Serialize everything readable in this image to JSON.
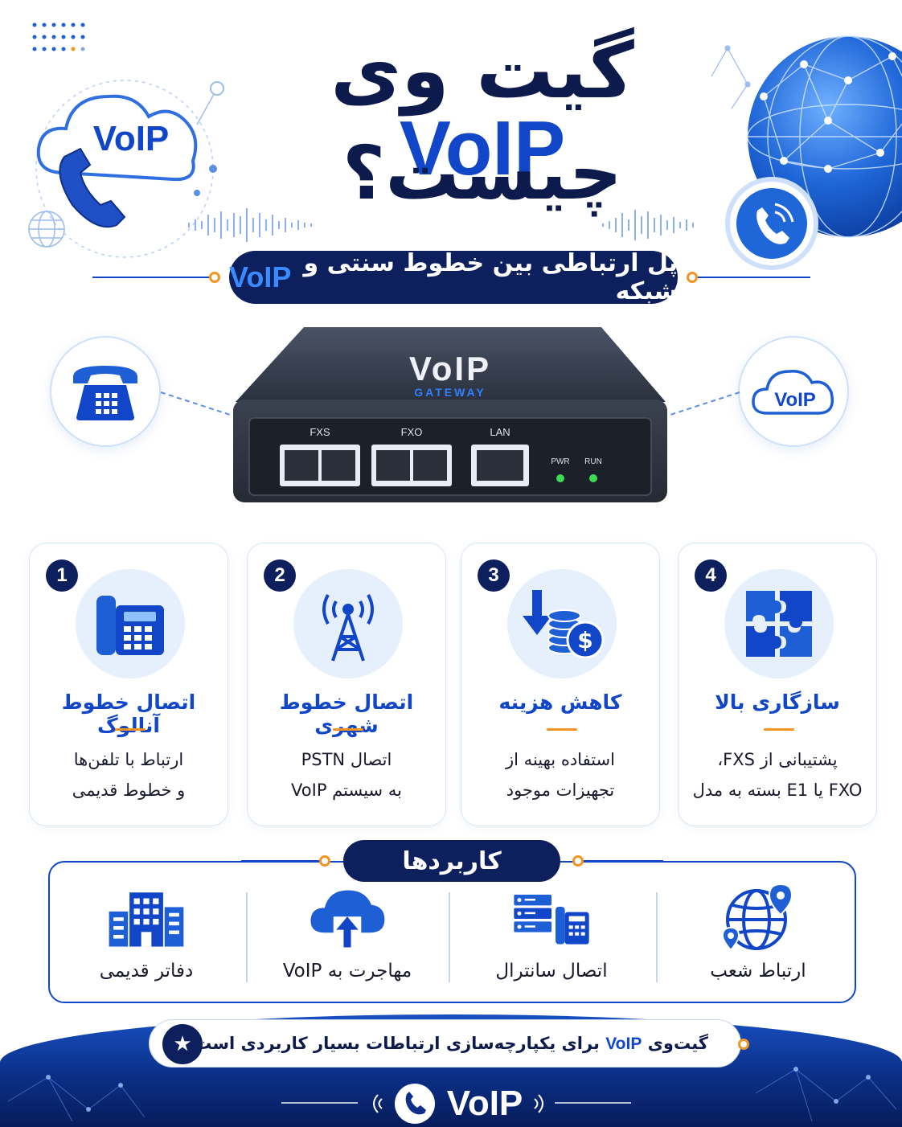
{
  "title": {
    "line1_text": "گیت وی",
    "line1_brand": "VoIP",
    "line2": "چیست؟"
  },
  "subtitle": {
    "text": "پل ارتباطی بین خطوط سنتی و شبکه",
    "brand": "VoIP"
  },
  "hero_left": {
    "label": "VoIP"
  },
  "side_right": {
    "label": "VoIP"
  },
  "device": {
    "brand": "VoIP",
    "sub": "GATEWAY",
    "ports": [
      "FXS",
      "FXO",
      "LAN"
    ],
    "leds": [
      "PWR",
      "RUN"
    ]
  },
  "features": [
    {
      "num": "1",
      "icon": "desk-phone-icon",
      "title": "اتصال خطوط آنالوگ",
      "desc1": "ارتباط با تلفن‌ها",
      "desc2": "و خطوط قدیمی"
    },
    {
      "num": "2",
      "icon": "antenna-tower-icon",
      "title": "اتصال خطوط شهری",
      "desc1": "اتصال PSTN",
      "desc2": "به سیستم VoIP"
    },
    {
      "num": "3",
      "icon": "cost-down-icon",
      "title": "کاهش هزینه",
      "desc1": "استفاده بهینه از",
      "desc2": "تجهیزات موجود"
    },
    {
      "num": "4",
      "icon": "puzzle-icon",
      "title": "سازگاری بالا",
      "desc1": "پشتیبانی از FXS،",
      "desc2": "FXO یا E1 بسته به مدل"
    }
  ],
  "applications": {
    "heading": "کاربردها",
    "items": [
      {
        "icon": "building-icon",
        "label": "دفاتر قدیمی"
      },
      {
        "icon": "cloud-upload-icon",
        "label": "مهاجرت به VoIP"
      },
      {
        "icon": "server-phone-icon",
        "label": "اتصال سانترال"
      },
      {
        "icon": "globe-location-icon",
        "label": "ارتباط شعب"
      }
    ]
  },
  "note": {
    "prefix": "گیت‌وی",
    "brand": "VoIP",
    "suffix": "برای یکپارچه‌سازی ارتباطات بسیار کاربردی است."
  },
  "footer": {
    "brand": "VoIP"
  },
  "colors": {
    "navy": "#0d1f5c",
    "blue": "#1146c8",
    "orange": "#f39322",
    "light_blue": "#e6effc"
  }
}
